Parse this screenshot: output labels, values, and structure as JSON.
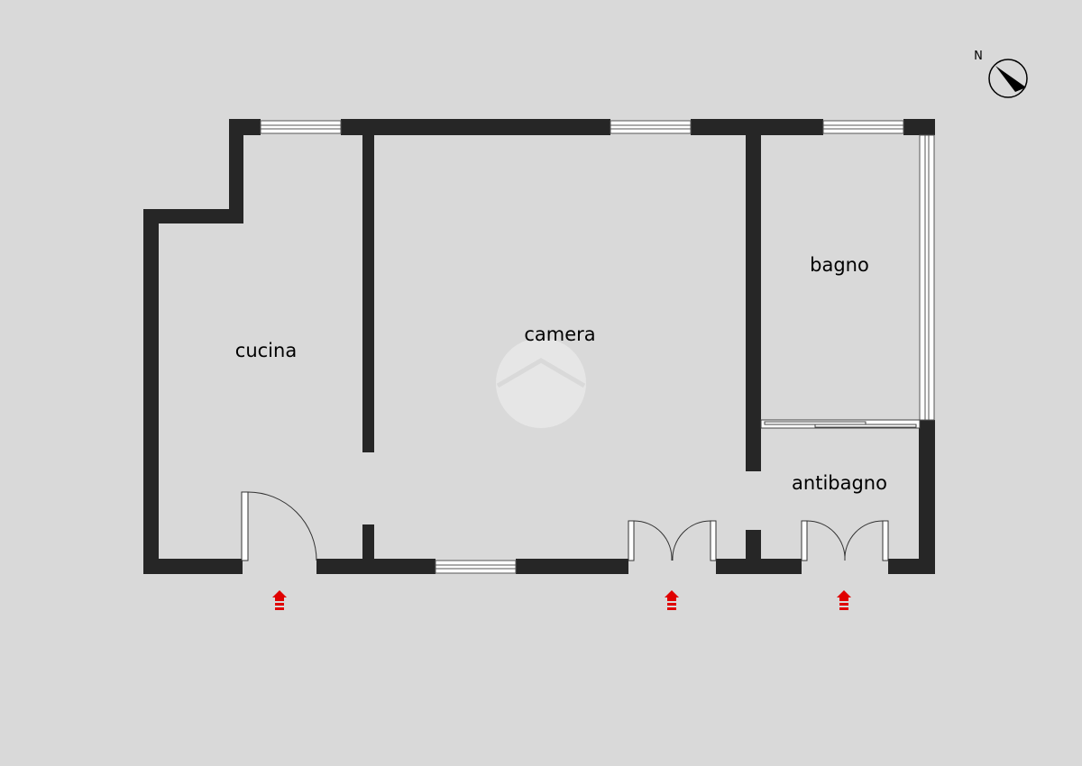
{
  "floorplan": {
    "colors": {
      "background": "#d9d9d9",
      "wall": "#262626",
      "window_fill": "#ffffff",
      "entrance_arrow": "#e00000",
      "watermark": "#e8e8e8"
    },
    "compass": {
      "label": "N"
    },
    "rooms": [
      {
        "id": "cucina",
        "label": "cucina"
      },
      {
        "id": "camera",
        "label": "camera"
      },
      {
        "id": "bagno",
        "label": "bagno"
      },
      {
        "id": "antibagno",
        "label": "antibagno"
      }
    ],
    "entrances": [
      {
        "icon": "entrance-arrow-icon"
      },
      {
        "icon": "entrance-arrow-icon"
      },
      {
        "icon": "entrance-arrow-icon"
      }
    ]
  }
}
